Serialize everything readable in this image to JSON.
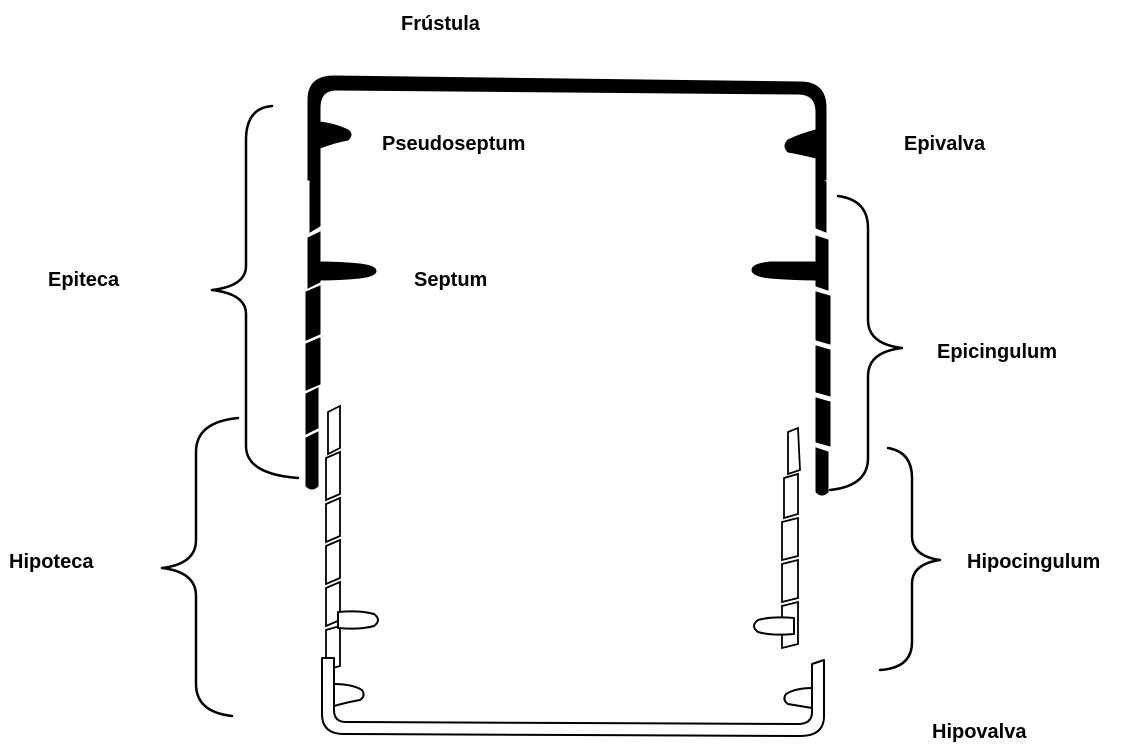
{
  "labels": {
    "frustula": "Frústula",
    "pseudoseptum": "Pseudoseptum",
    "epivalva": "Epivalva",
    "epiteca": "Epiteca",
    "septum": "Septum",
    "epicingulum": "Epicingulum",
    "hipoteca": "Hipoteca",
    "hipocingulum": "Hipocingulum",
    "hipovalva": "Hipovalva"
  },
  "colors": {
    "ink": "#000000",
    "background": "#ffffff"
  }
}
